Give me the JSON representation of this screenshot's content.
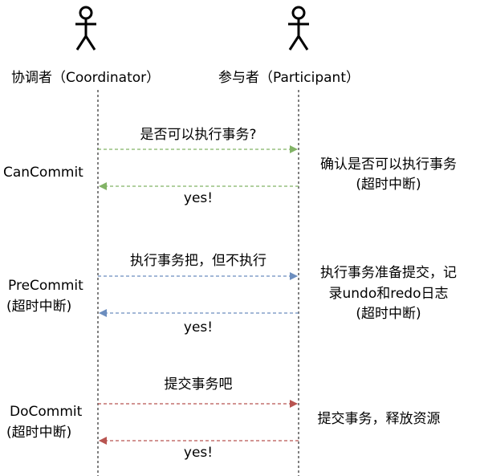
{
  "actors": {
    "coordinator": "协调者（Coordinator）",
    "participant": "参与者（Participant）"
  },
  "phases": [
    {
      "name": "CanCommit",
      "name_sub": "",
      "request": "是否可以执行事务?",
      "action_lines": [
        "确认是否可以执行事务",
        "(超时中断)"
      ],
      "reply": "yes!"
    },
    {
      "name": "PreCommit",
      "name_sub": "(超时中断)",
      "request": "执行事务把，但不执行",
      "action_lines": [
        "执行事务准备提交，记",
        "录undo和redo日志",
        "(超时中断)"
      ],
      "reply": "yes!"
    },
    {
      "name": "DoCommit",
      "name_sub": "(超时中断)",
      "request": "提交事务吧",
      "action_lines": [
        "提交事务，释放资源"
      ],
      "reply": "yes!"
    }
  ],
  "colors": {
    "can": "#82b366",
    "pre": "#6c8ebf",
    "do": "#b85450"
  }
}
